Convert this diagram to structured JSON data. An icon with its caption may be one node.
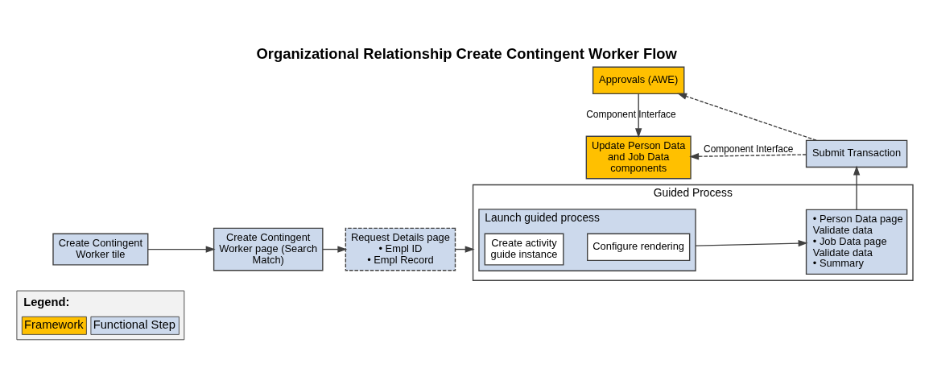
{
  "diagram": {
    "title": "Organizational Relationship Create Contingent Worker Flow",
    "nodes": [
      {
        "text": [
          "Create Contingent Worker tile"
        ]
      },
      {
        "text": [
          "Create Contingent Worker page (Search Match)"
        ]
      },
      {
        "text": [
          "Request Details page",
          "• Empl ID",
          "• Empl Record"
        ]
      },
      {
        "text": [
          "Guided Process"
        ]
      },
      {
        "text": [
          "Launch guided process"
        ],
        "in": 3
      },
      {
        "text": [
          "Create activity guide instance"
        ],
        "in": 4
      },
      {
        "text": [
          "Configure rendering"
        ],
        "in": 4
      },
      {
        "text": [
          "• Person Data page",
          "Validate data",
          "• Job Data page",
          "Validate data",
          "• Summary"
        ],
        "in": 3
      },
      {
        "text": [
          "Submit Transaction"
        ]
      },
      {
        "text": [
          "Update Person Data and Job Data components"
        ]
      },
      {
        "text": [
          "Approvals (AWE)"
        ]
      }
    ],
    "edges": [
      {
        "from": 0,
        "to": 1,
        "arrow": "to"
      },
      {
        "from": 1,
        "to": 2,
        "arrow": "to"
      },
      {
        "from": 2,
        "to": 3,
        "arrow": "to"
      },
      {
        "from": 4,
        "to": 7,
        "arrow": "to"
      },
      {
        "from": 7,
        "to": 8,
        "arrow": "to"
      },
      {
        "from": 8,
        "to": 9,
        "arrow": "to",
        "label": "Component Interface",
        "style": "dashed"
      },
      {
        "from": 8,
        "to": 10,
        "arrow": "to",
        "style": "dashed"
      },
      {
        "from": 10,
        "to": 9,
        "arrow": "to",
        "label": "Component Interface"
      }
    ],
    "labels": [
      "Legend:"
    ],
    "legend": [
      {
        "text": "Framework",
        "color": "#ffc000"
      },
      {
        "text": "Functional Step",
        "color": "#ccd9ec"
      }
    ]
  }
}
